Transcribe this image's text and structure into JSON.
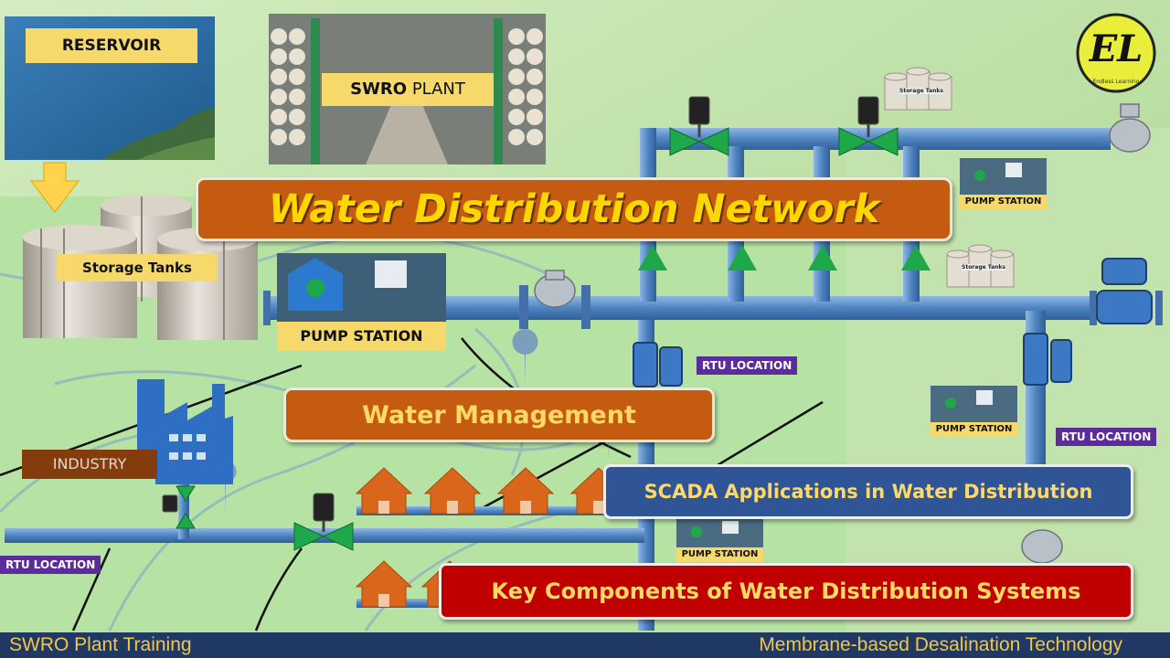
{
  "title": "Water Distribution Network",
  "labels": {
    "reservoir": "RESERVOIR",
    "swro_bold": "SWRO",
    "swro_rest": " PLANT",
    "storage_tanks": "Storage Tanks",
    "storage_tanks_small": "Storage Tanks",
    "pump_station": "PUMP STATION",
    "industry": "INDUSTRY",
    "rtu_location": "RTU LOCATION",
    "logo_text": "EL",
    "logo_sub": "Endless Learning"
  },
  "banners": {
    "water_management": "Water Management",
    "scada": "SCADA Applications in Water Distribution",
    "key_components": "Key Components of Water Distribution Systems"
  },
  "footer": {
    "left": "SWRO Plant Training",
    "right": "Membrane-based Desalination Technology"
  },
  "colors": {
    "pipe": "#5b8fc9",
    "valve_green": "#1ea84a",
    "house": "#d9661a",
    "title_text": "#ffd700",
    "banner_orange": "#c55a11",
    "footer_bg": "#203864"
  }
}
